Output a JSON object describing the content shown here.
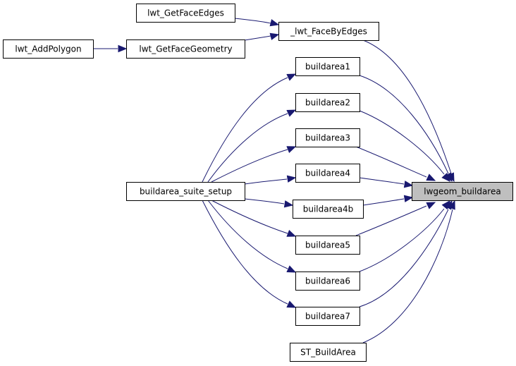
{
  "graph": {
    "title": "Caller graph of lwgeom_buildarea",
    "edge_color": "#191970",
    "highlight_fill": "#bfbfbf",
    "nodes": [
      {
        "id": "lwgeom_buildarea",
        "label": "lwgeom_buildarea",
        "highlight": true
      },
      {
        "id": "_lwt_FaceByEdges",
        "label": "_lwt_FaceByEdges"
      },
      {
        "id": "lwt_GetFaceEdges",
        "label": "lwt_GetFaceEdges"
      },
      {
        "id": "lwt_GetFaceGeometry",
        "label": "lwt_GetFaceGeometry"
      },
      {
        "id": "lwt_AddPolygon",
        "label": "lwt_AddPolygon"
      },
      {
        "id": "buildarea1",
        "label": "buildarea1"
      },
      {
        "id": "buildarea2",
        "label": "buildarea2"
      },
      {
        "id": "buildarea3",
        "label": "buildarea3"
      },
      {
        "id": "buildarea4",
        "label": "buildarea4"
      },
      {
        "id": "buildarea4b",
        "label": "buildarea4b"
      },
      {
        "id": "buildarea5",
        "label": "buildarea5"
      },
      {
        "id": "buildarea6",
        "label": "buildarea6"
      },
      {
        "id": "buildarea7",
        "label": "buildarea7"
      },
      {
        "id": "buildarea_suite_setup",
        "label": "buildarea_suite_setup"
      },
      {
        "id": "ST_BuildArea",
        "label": "ST_BuildArea"
      }
    ],
    "edges": [
      {
        "from": "lwt_GetFaceEdges",
        "to": "_lwt_FaceByEdges"
      },
      {
        "from": "lwt_GetFaceGeometry",
        "to": "_lwt_FaceByEdges"
      },
      {
        "from": "lwt_AddPolygon",
        "to": "lwt_GetFaceGeometry"
      },
      {
        "from": "_lwt_FaceByEdges",
        "to": "lwgeom_buildarea"
      },
      {
        "from": "buildarea1",
        "to": "lwgeom_buildarea"
      },
      {
        "from": "buildarea2",
        "to": "lwgeom_buildarea"
      },
      {
        "from": "buildarea3",
        "to": "lwgeom_buildarea"
      },
      {
        "from": "buildarea4",
        "to": "lwgeom_buildarea"
      },
      {
        "from": "buildarea4b",
        "to": "lwgeom_buildarea"
      },
      {
        "from": "buildarea5",
        "to": "lwgeom_buildarea"
      },
      {
        "from": "buildarea6",
        "to": "lwgeom_buildarea"
      },
      {
        "from": "buildarea7",
        "to": "lwgeom_buildarea"
      },
      {
        "from": "ST_BuildArea",
        "to": "lwgeom_buildarea"
      },
      {
        "from": "buildarea_suite_setup",
        "to": "buildarea1"
      },
      {
        "from": "buildarea_suite_setup",
        "to": "buildarea2"
      },
      {
        "from": "buildarea_suite_setup",
        "to": "buildarea3"
      },
      {
        "from": "buildarea_suite_setup",
        "to": "buildarea4"
      },
      {
        "from": "buildarea_suite_setup",
        "to": "buildarea4b"
      },
      {
        "from": "buildarea_suite_setup",
        "to": "buildarea5"
      },
      {
        "from": "buildarea_suite_setup",
        "to": "buildarea6"
      },
      {
        "from": "buildarea_suite_setup",
        "to": "buildarea7"
      }
    ]
  }
}
